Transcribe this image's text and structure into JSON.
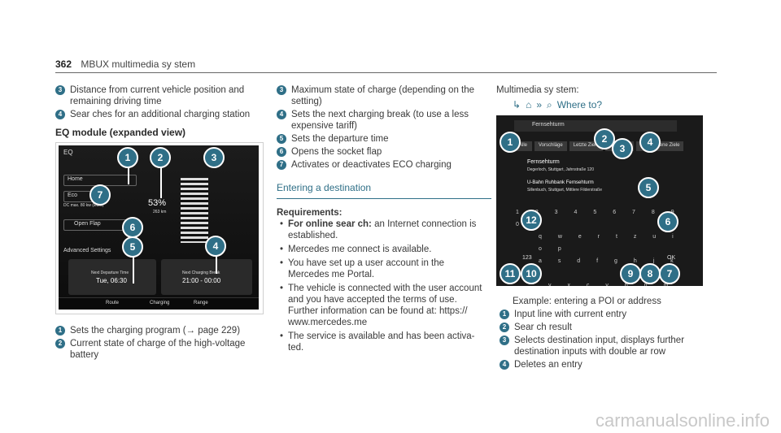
{
  "header": {
    "page_number": "362",
    "title": "MBUX multimedia sy stem"
  },
  "col1": {
    "top_items": [
      {
        "n": "3",
        "text": "Distance from current vehicle position and remaining driving time"
      },
      {
        "n": "4",
        "text": "Sear ches for an additional charging station"
      }
    ],
    "eq_title": "EQ module (expanded view)",
    "bottom_items": [
      {
        "n": "1",
        "text": "Sets the charging program (→ page 229)"
      },
      {
        "n": "2",
        "text": "Current state of charge of the high-voltage battery"
      }
    ]
  },
  "eq_screen": {
    "home": "Home",
    "eco": "Eco",
    "eco_sub": "DC max. 80 kw (ECO)",
    "open_flap": "Open Flap",
    "advanced": "Advanced Settings",
    "soc": "53%",
    "soc_sub": "263 km",
    "next_dep": "Next Departure Time",
    "next_dep_val": "Tue, 06:30",
    "next_break": "Next Charging Break",
    "next_break_val": "21:00 - 00:00",
    "tabs": [
      "Route",
      "Charging",
      "Range"
    ]
  },
  "col2": {
    "items": [
      {
        "n": "3",
        "text": "Maximum state of charge (depending on the setting)"
      },
      {
        "n": "4",
        "text": "Sets the next charging break (to use a less expensive tariff)"
      },
      {
        "n": "5",
        "text": "Sets the departure time"
      },
      {
        "n": "6",
        "text": "Opens the socket flap"
      },
      {
        "n": "7",
        "text": "Activates or deactivates ECO charging"
      }
    ],
    "section_title": "Entering a destination",
    "requirements": "Requirements:",
    "bullets": [
      {
        "bold": "For online sear ch:",
        "text": " an Internet connection is established."
      },
      {
        "bold": "",
        "text": "Mercedes me connect is available."
      },
      {
        "bold": "",
        "text": "You have set up a user account in the Mercedes me Portal."
      },
      {
        "bold": "",
        "text": "The vehicle is connected with the user account and you have accepted the terms of use. Further information can be found at: https:// www.mercedes.me"
      },
      {
        "bold": "",
        "text": "The service is available and has been activa- ted."
      }
    ]
  },
  "col3": {
    "system_label": "Multimedia sy stem:",
    "path_text": "Where to?",
    "example": "Example: entering a POI or address",
    "items": [
      {
        "n": "1",
        "text": "Input line with current entry"
      },
      {
        "n": "2",
        "text": "Sear ch result"
      },
      {
        "n": "3",
        "text": "Selects destination input, displays further destination inputs with double ar row"
      },
      {
        "n": "4",
        "text": "Deletes an entry"
      }
    ]
  },
  "nav_screen": {
    "input": "Fernsehturm",
    "tabs": [
      "Alle",
      "Vorschläge",
      "Letzte Ziele",
      "Favoriten",
      "Empfangene Ziele"
    ],
    "result1": "Fernsehturm",
    "result1_sub": "Degerloch, Stuttgart, Jahnstraße 120",
    "result2": "U-Bahn Ruhbank Fernsehturm",
    "result2_sub": "Sillenbuch, Stuttgart, Mittlere Filderstraße",
    "keys_row1": "1 2 3 4 5 6 7 8 9 0",
    "keys_row2": "q w e r t z u i o p",
    "keys_row3": "a s d f g h j k l",
    "keys_row4": "y x c v b n m",
    "mode": "123",
    "ok": "OK"
  },
  "watermark": "carmanualsonline.info"
}
